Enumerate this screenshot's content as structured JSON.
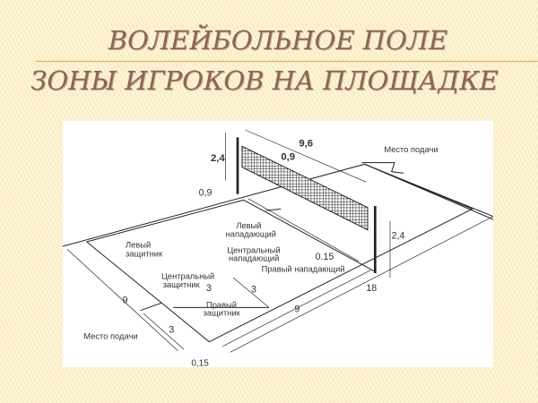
{
  "slide": {
    "title_line1": "ВОЛЕЙБОЛЬНОЕ ПОЛЕ",
    "title_line2": "ЗОНЫ ИГРОКОВ НА ПЛОЩАДКЕ",
    "accent_color": "#e0a850",
    "title_color": "#8c6458"
  },
  "diagram": {
    "labels": {
      "serve_far": "Место подачи",
      "serve_near": "Место подачи",
      "left_attacker": [
        "Левый",
        "нападающий"
      ],
      "center_attacker": [
        "Центральный",
        "нападающий"
      ],
      "right_attacker": "Правый нападающий",
      "left_defender": [
        "Левый",
        "защитник"
      ],
      "center_defender": [
        "Центральный",
        "защитник"
      ],
      "right_defender": [
        "Правый",
        "защитник"
      ]
    },
    "dimensions": {
      "net_length": "9,6",
      "net_height": "0,9",
      "post_height_left": "2,4",
      "post_height_right": "2,4",
      "post_offset": "0,9",
      "line_width_mid": "0.15",
      "line_width_near": "0,15",
      "court_length": "18",
      "half_length": "9",
      "court_width": "9",
      "attack_zone_a": "3",
      "attack_zone_b": "3",
      "serve_zone": "3"
    }
  }
}
